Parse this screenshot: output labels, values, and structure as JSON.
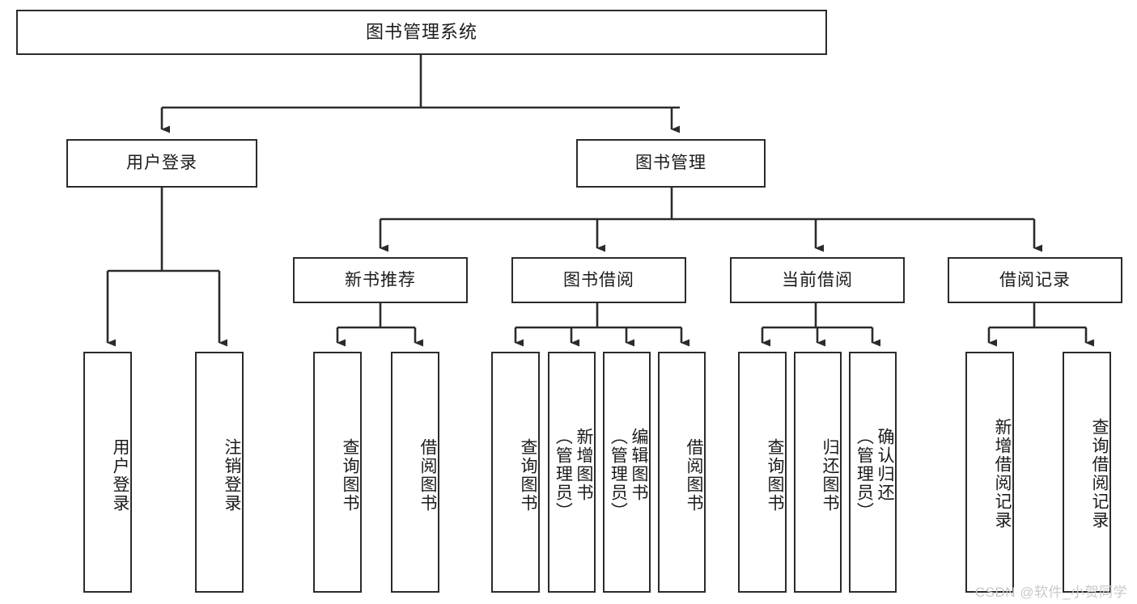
{
  "diagram": {
    "title": "图书管理系统",
    "root": {
      "label": "图书管理系统"
    },
    "level2": [
      {
        "label": "用户登录"
      },
      {
        "label": "图书管理"
      }
    ],
    "level3": [
      {
        "label": "新书推荐"
      },
      {
        "label": "图书借阅"
      },
      {
        "label": "当前借阅"
      },
      {
        "label": "借阅记录"
      }
    ],
    "leaves": {
      "user_login": [
        {
          "label": "用户登录"
        },
        {
          "label": "注销登录"
        }
      ],
      "new_book_recommend": [
        {
          "label": "查询图书"
        },
        {
          "label": "借阅图书"
        }
      ],
      "book_borrow": [
        {
          "label": "查询图书"
        },
        {
          "label": "新增图书\n（管理员）"
        },
        {
          "label": "编辑图书\n（管理员）"
        },
        {
          "label": "借阅图书"
        }
      ],
      "current_borrow": [
        {
          "label": "查询图书"
        },
        {
          "label": "归还图书"
        },
        {
          "label": "确认归还\n（管理员）"
        }
      ],
      "borrow_record": [
        {
          "label": "新增借阅记录"
        },
        {
          "label": "查询借阅记录"
        }
      ]
    },
    "watermark": "CSDN @软件_小贺同学",
    "colors": {
      "line": "#2b2b2b",
      "box_fill": "#ffffff",
      "text": "#1b1b1b",
      "watermark": "#c9c9c9",
      "background": "#ffffff"
    }
  }
}
